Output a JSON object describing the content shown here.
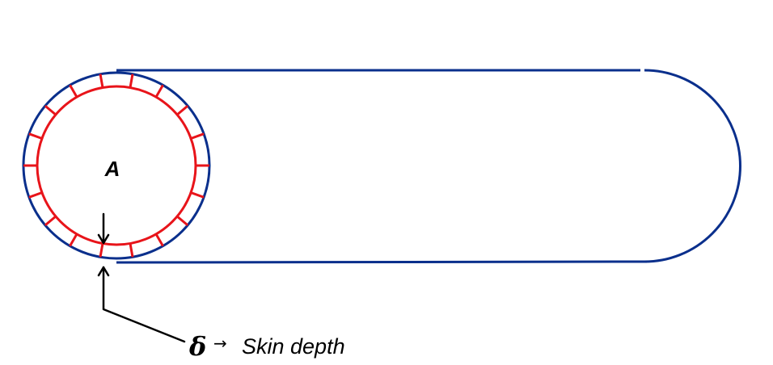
{
  "labels": {
    "area": "A",
    "delta": "δ",
    "arrow": "→",
    "skin_depth": "Skin depth"
  },
  "colors": {
    "outer_conductor": "#0a2f8c",
    "skin_layer": "#e8141a",
    "arrows": "#000000"
  },
  "skin_layer_ticks": 18
}
